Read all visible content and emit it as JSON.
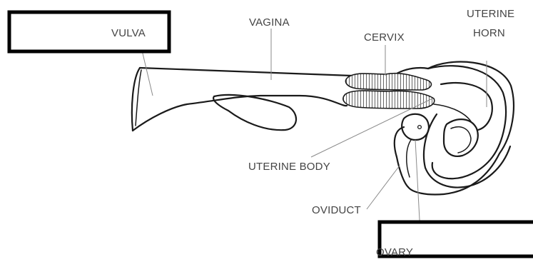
{
  "labels": {
    "vulva": "VULVA",
    "vagina": "VAGINA",
    "cervix": "CERVIX",
    "uterine_horn_line1": "UTERINE",
    "uterine_horn_line2": "HORN",
    "uterine_body": "UTERINE BODY",
    "oviduct": "OVIDUCT",
    "ovary": "OVARY"
  },
  "colors": {
    "outline": "#1a1a1a",
    "label_text": "#444444",
    "leader_line": "#8a8a8a",
    "mask_border": "#000000"
  }
}
